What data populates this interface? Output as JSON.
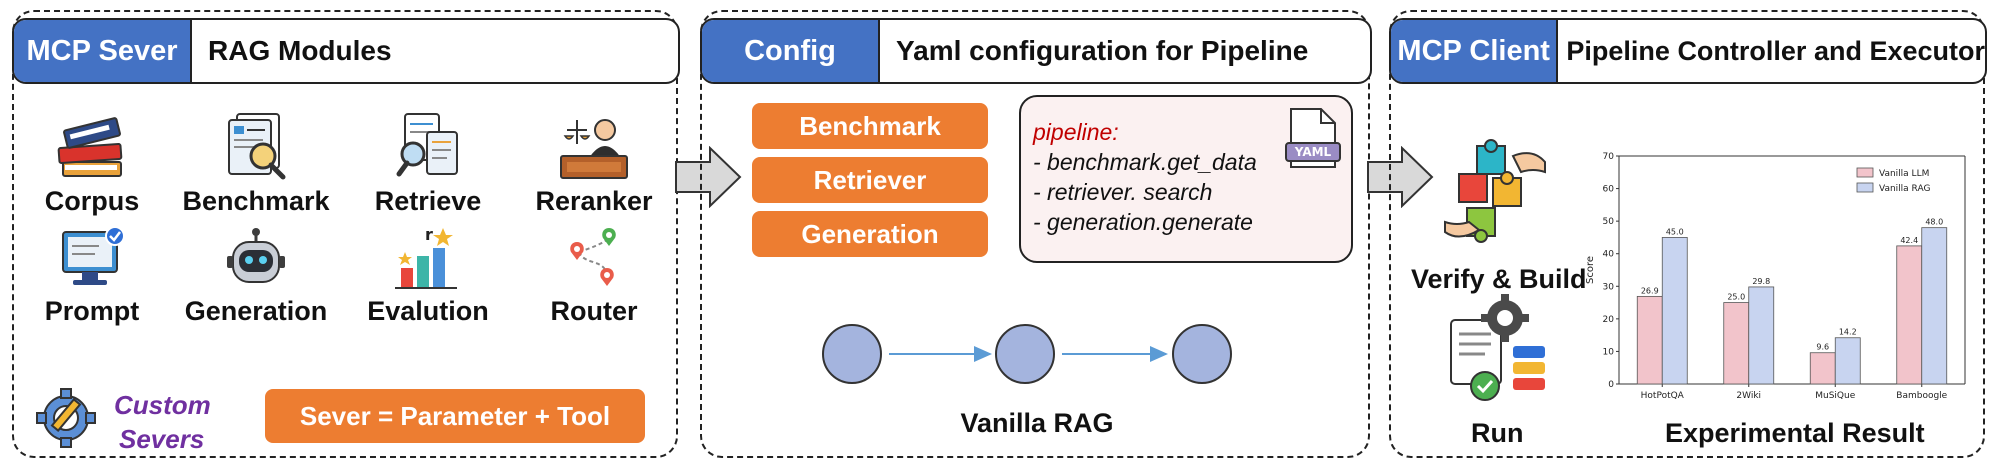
{
  "server": {
    "tag": "MCP Sever",
    "title": "RAG Modules",
    "modules": [
      {
        "label": "Corpus",
        "icon": "books-icon"
      },
      {
        "label": "Benchmark",
        "icon": "document-magnifier-icon"
      },
      {
        "label": "Retrieve",
        "icon": "document-search-icon"
      },
      {
        "label": "Reranker",
        "icon": "judge-icon"
      },
      {
        "label": "Prompt",
        "icon": "monitor-check-icon"
      },
      {
        "label": "Generation",
        "icon": "robot-icon"
      },
      {
        "label": "Evalution",
        "icon": "ranking-bars-icon"
      },
      {
        "label": "Router",
        "icon": "route-pins-icon"
      }
    ],
    "custom_line1": "Custom",
    "custom_line2": "Severs",
    "formula": "Sever = Parameter + Tool"
  },
  "config": {
    "tag": "Config",
    "title": "Yaml configuration for Pipeline",
    "steps": [
      "Benchmark",
      "Retriever",
      "Generation"
    ],
    "yaml_badge": "YAML",
    "yaml_key": "pipeline:",
    "yaml_lines": [
      "- benchmark.get_data",
      "- retriever. search",
      "- generation.generate"
    ],
    "pipeline_name": "Vanilla RAG"
  },
  "client": {
    "tag": "MCP Client",
    "title": "Pipeline Controller and Executor",
    "verify_label": "Verify & Build",
    "run_label": "Run",
    "result_label": "Experimental Result"
  },
  "colors": {
    "blue": "#4472C4",
    "orange": "#ED7D31",
    "node": "#A4B4DE",
    "llm_bar": "#F2C4CB",
    "rag_bar": "#C8D4F0",
    "custom_text": "#7030A0",
    "yaml_key": "#C00000"
  },
  "chart_data": {
    "type": "bar",
    "categories": [
      "HotPotQA",
      "2Wiki",
      "MuSiQue",
      "Bamboogle"
    ],
    "series": [
      {
        "name": "Vanilla LLM",
        "values": [
          26.9,
          25.0,
          9.6,
          42.4
        ]
      },
      {
        "name": "Vanilla RAG",
        "values": [
          45.0,
          29.8,
          14.2,
          48.0
        ]
      }
    ],
    "data_labels": [
      [
        "26.9",
        "25.0",
        "9.6",
        "42.4"
      ],
      [
        "45.0",
        "29.8",
        "14.2",
        "48.0"
      ]
    ],
    "ylabel": "Score",
    "xlabel": "",
    "ylim": [
      0,
      70
    ],
    "yticks": [
      "0",
      "10",
      "20",
      "30",
      "40",
      "50",
      "60",
      "70"
    ],
    "legend": "top-right",
    "grid": false
  }
}
